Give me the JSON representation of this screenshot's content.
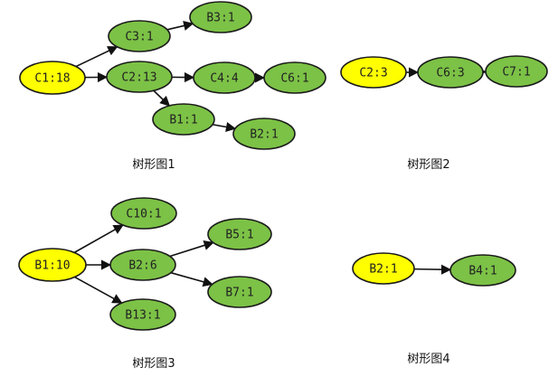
{
  "colors": {
    "root_fill": "#ffff00",
    "node_fill": "#7cc246",
    "edge": "#111111"
  },
  "trees": [
    {
      "caption": "树形图1",
      "nodes": [
        {
          "id": "t1-c1",
          "label": "C1:18",
          "root": true
        },
        {
          "id": "t1-c3",
          "label": "C3:1"
        },
        {
          "id": "t1-b3",
          "label": "B3:1"
        },
        {
          "id": "t1-c2",
          "label": "C2:13"
        },
        {
          "id": "t1-c4",
          "label": "C4:4"
        },
        {
          "id": "t1-c6",
          "label": "C6:1"
        },
        {
          "id": "t1-b1",
          "label": "B1:1"
        },
        {
          "id": "t1-b2",
          "label": "B2:1"
        }
      ],
      "edges": [
        [
          "t1-c1",
          "t1-c3"
        ],
        [
          "t1-c3",
          "t1-b3"
        ],
        [
          "t1-c1",
          "t1-c2"
        ],
        [
          "t1-c2",
          "t1-c4"
        ],
        [
          "t1-c4",
          "t1-c6"
        ],
        [
          "t1-c2",
          "t1-b1"
        ],
        [
          "t1-b1",
          "t1-b2"
        ]
      ]
    },
    {
      "caption": "树形图2",
      "nodes": [
        {
          "id": "t2-c2",
          "label": "C2:3",
          "root": true
        },
        {
          "id": "t2-c6",
          "label": "C6:3"
        },
        {
          "id": "t2-c7",
          "label": "C7:1"
        }
      ],
      "edges": [
        [
          "t2-c2",
          "t2-c6"
        ],
        [
          "t2-c6",
          "t2-c7"
        ]
      ]
    },
    {
      "caption": "树形图3",
      "nodes": [
        {
          "id": "t3-b1",
          "label": "B1:10",
          "root": true
        },
        {
          "id": "t3-c10",
          "label": "C10:1"
        },
        {
          "id": "t3-b2",
          "label": "B2:6"
        },
        {
          "id": "t3-b5",
          "label": "B5:1"
        },
        {
          "id": "t3-b7",
          "label": "B7:1"
        },
        {
          "id": "t3-b13",
          "label": "B13:1"
        }
      ],
      "edges": [
        [
          "t3-b1",
          "t3-c10"
        ],
        [
          "t3-b1",
          "t3-b2"
        ],
        [
          "t3-b2",
          "t3-b5"
        ],
        [
          "t3-b2",
          "t3-b7"
        ],
        [
          "t3-b1",
          "t3-b13"
        ]
      ]
    },
    {
      "caption": "树形图4",
      "nodes": [
        {
          "id": "t4-b2",
          "label": "B2:1",
          "root": true
        },
        {
          "id": "t4-b4",
          "label": "B4:1"
        }
      ],
      "edges": [
        [
          "t4-b2",
          "t4-b4"
        ]
      ]
    }
  ]
}
